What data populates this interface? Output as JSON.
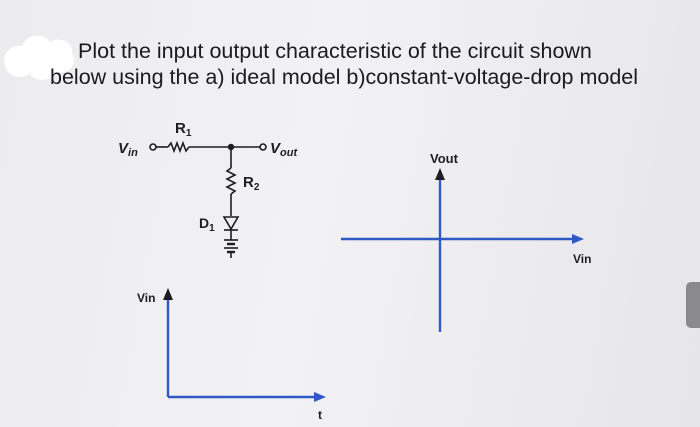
{
  "question": {
    "line1": "Plot the input output characteristic of the circuit shown",
    "line2": "below using the a) ideal model b)constant-voltage-drop model"
  },
  "circuit": {
    "input_label": "V",
    "input_sub": "in",
    "output_label": "V",
    "output_sub": "out",
    "r1_label": "R",
    "r1_sub": "1",
    "r2_label": "R",
    "r2_sub": "2",
    "d1_label": "D",
    "d1_sub": "1"
  },
  "transfer_plot": {
    "y_label": "Vout",
    "x_label": "Vin"
  },
  "input_plot": {
    "y_label": "Vin",
    "x_label": "t"
  },
  "colors": {
    "axis_blue": "#2f59c4",
    "ink": "#1d1d22"
  }
}
